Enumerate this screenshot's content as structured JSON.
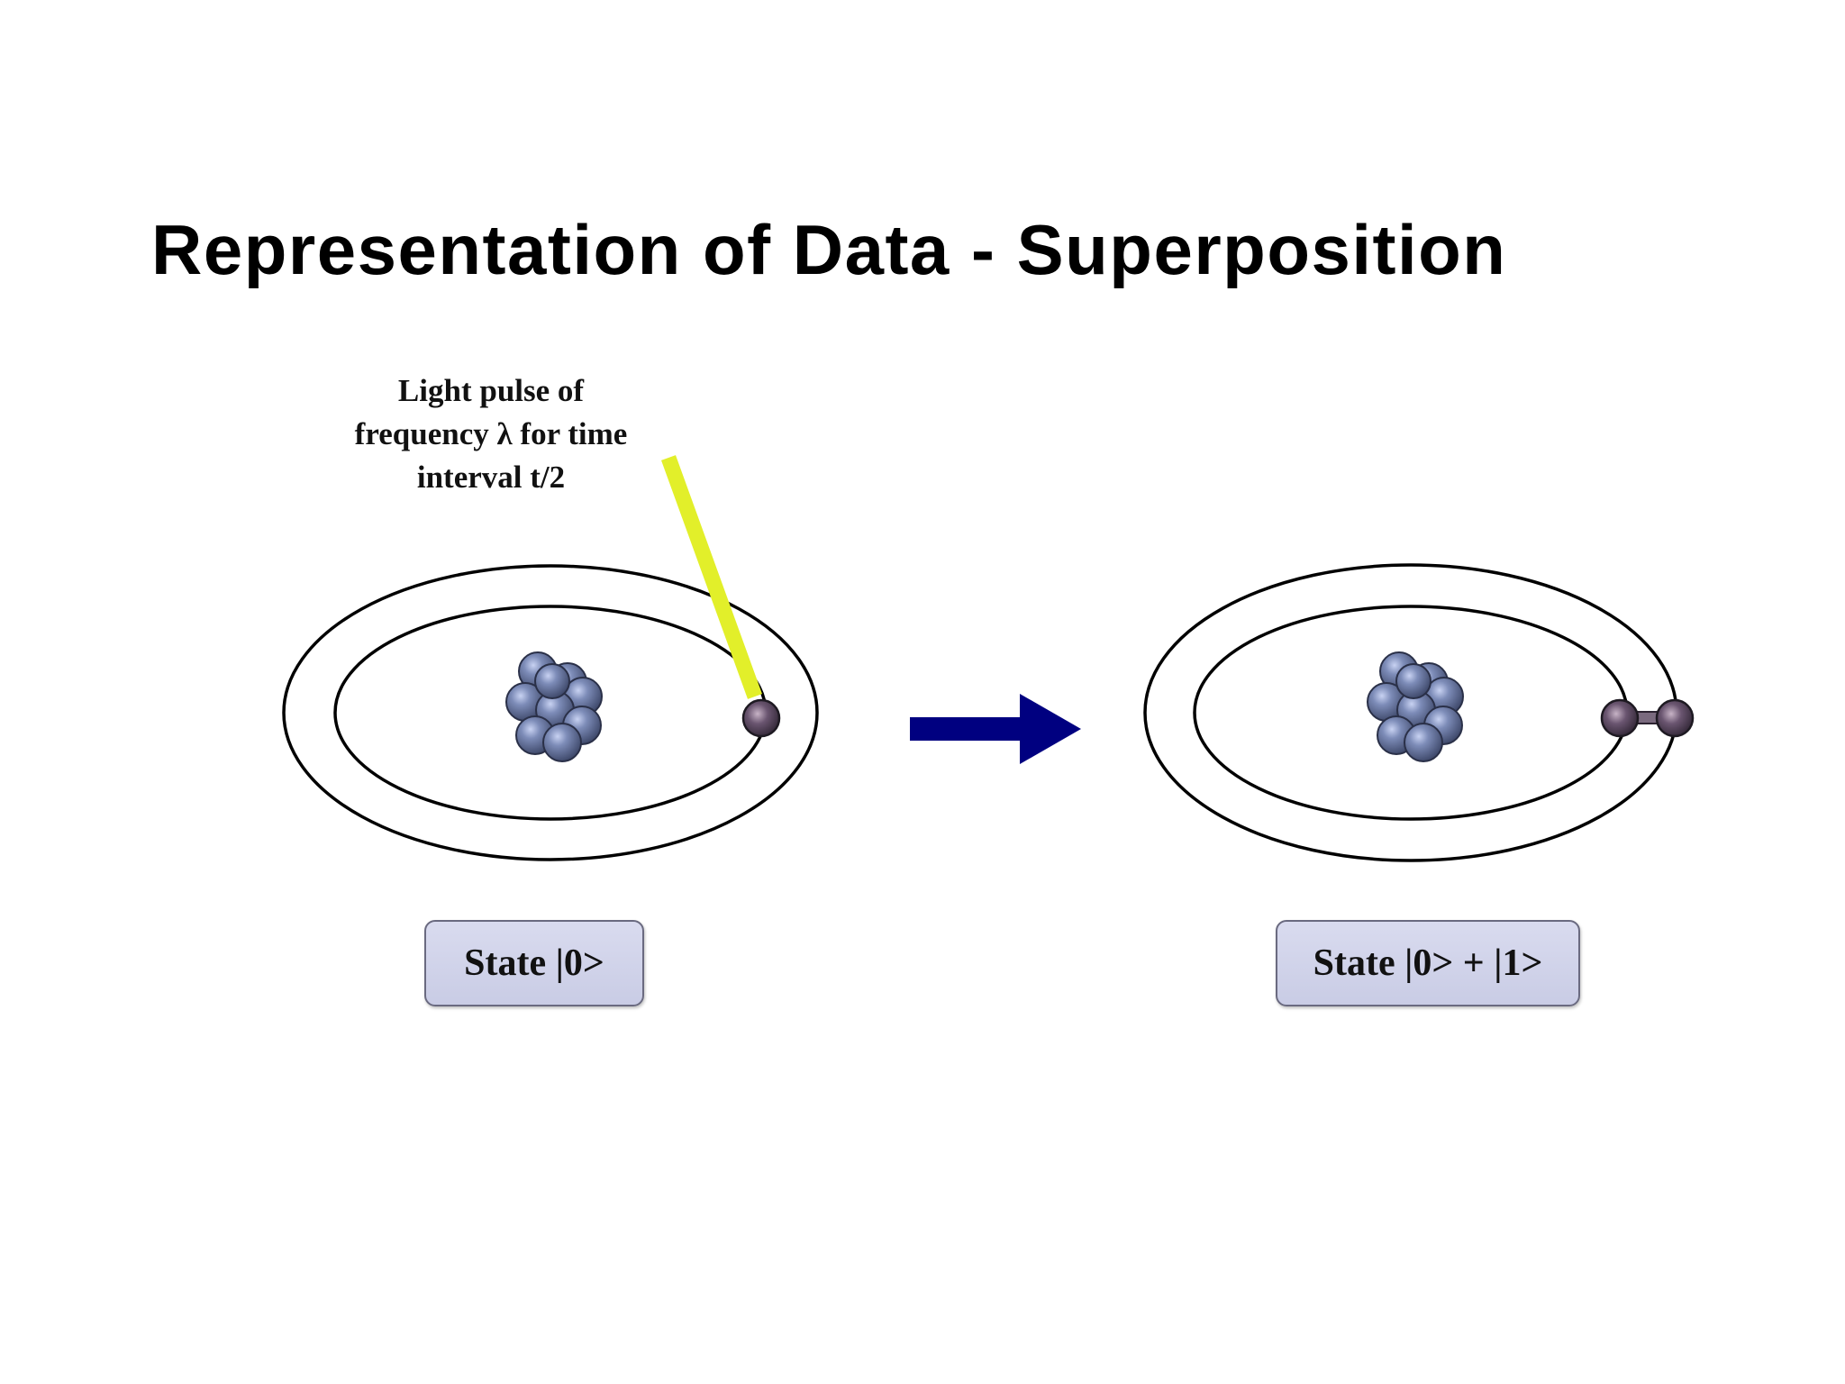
{
  "title": "Representation of Data - Superposition",
  "pulse_label": {
    "line1": "Light pulse of",
    "line2": "frequency λ for time",
    "line3": "interval t/2"
  },
  "states": {
    "left": "State |0>",
    "right": "State |0> + |1>"
  },
  "colors": {
    "light_pulse": "#e2ef2a",
    "arrow": "#000080",
    "nucleus": "#6f7fa6",
    "electron": "#54445a",
    "state_box": "#d0d3ea"
  }
}
